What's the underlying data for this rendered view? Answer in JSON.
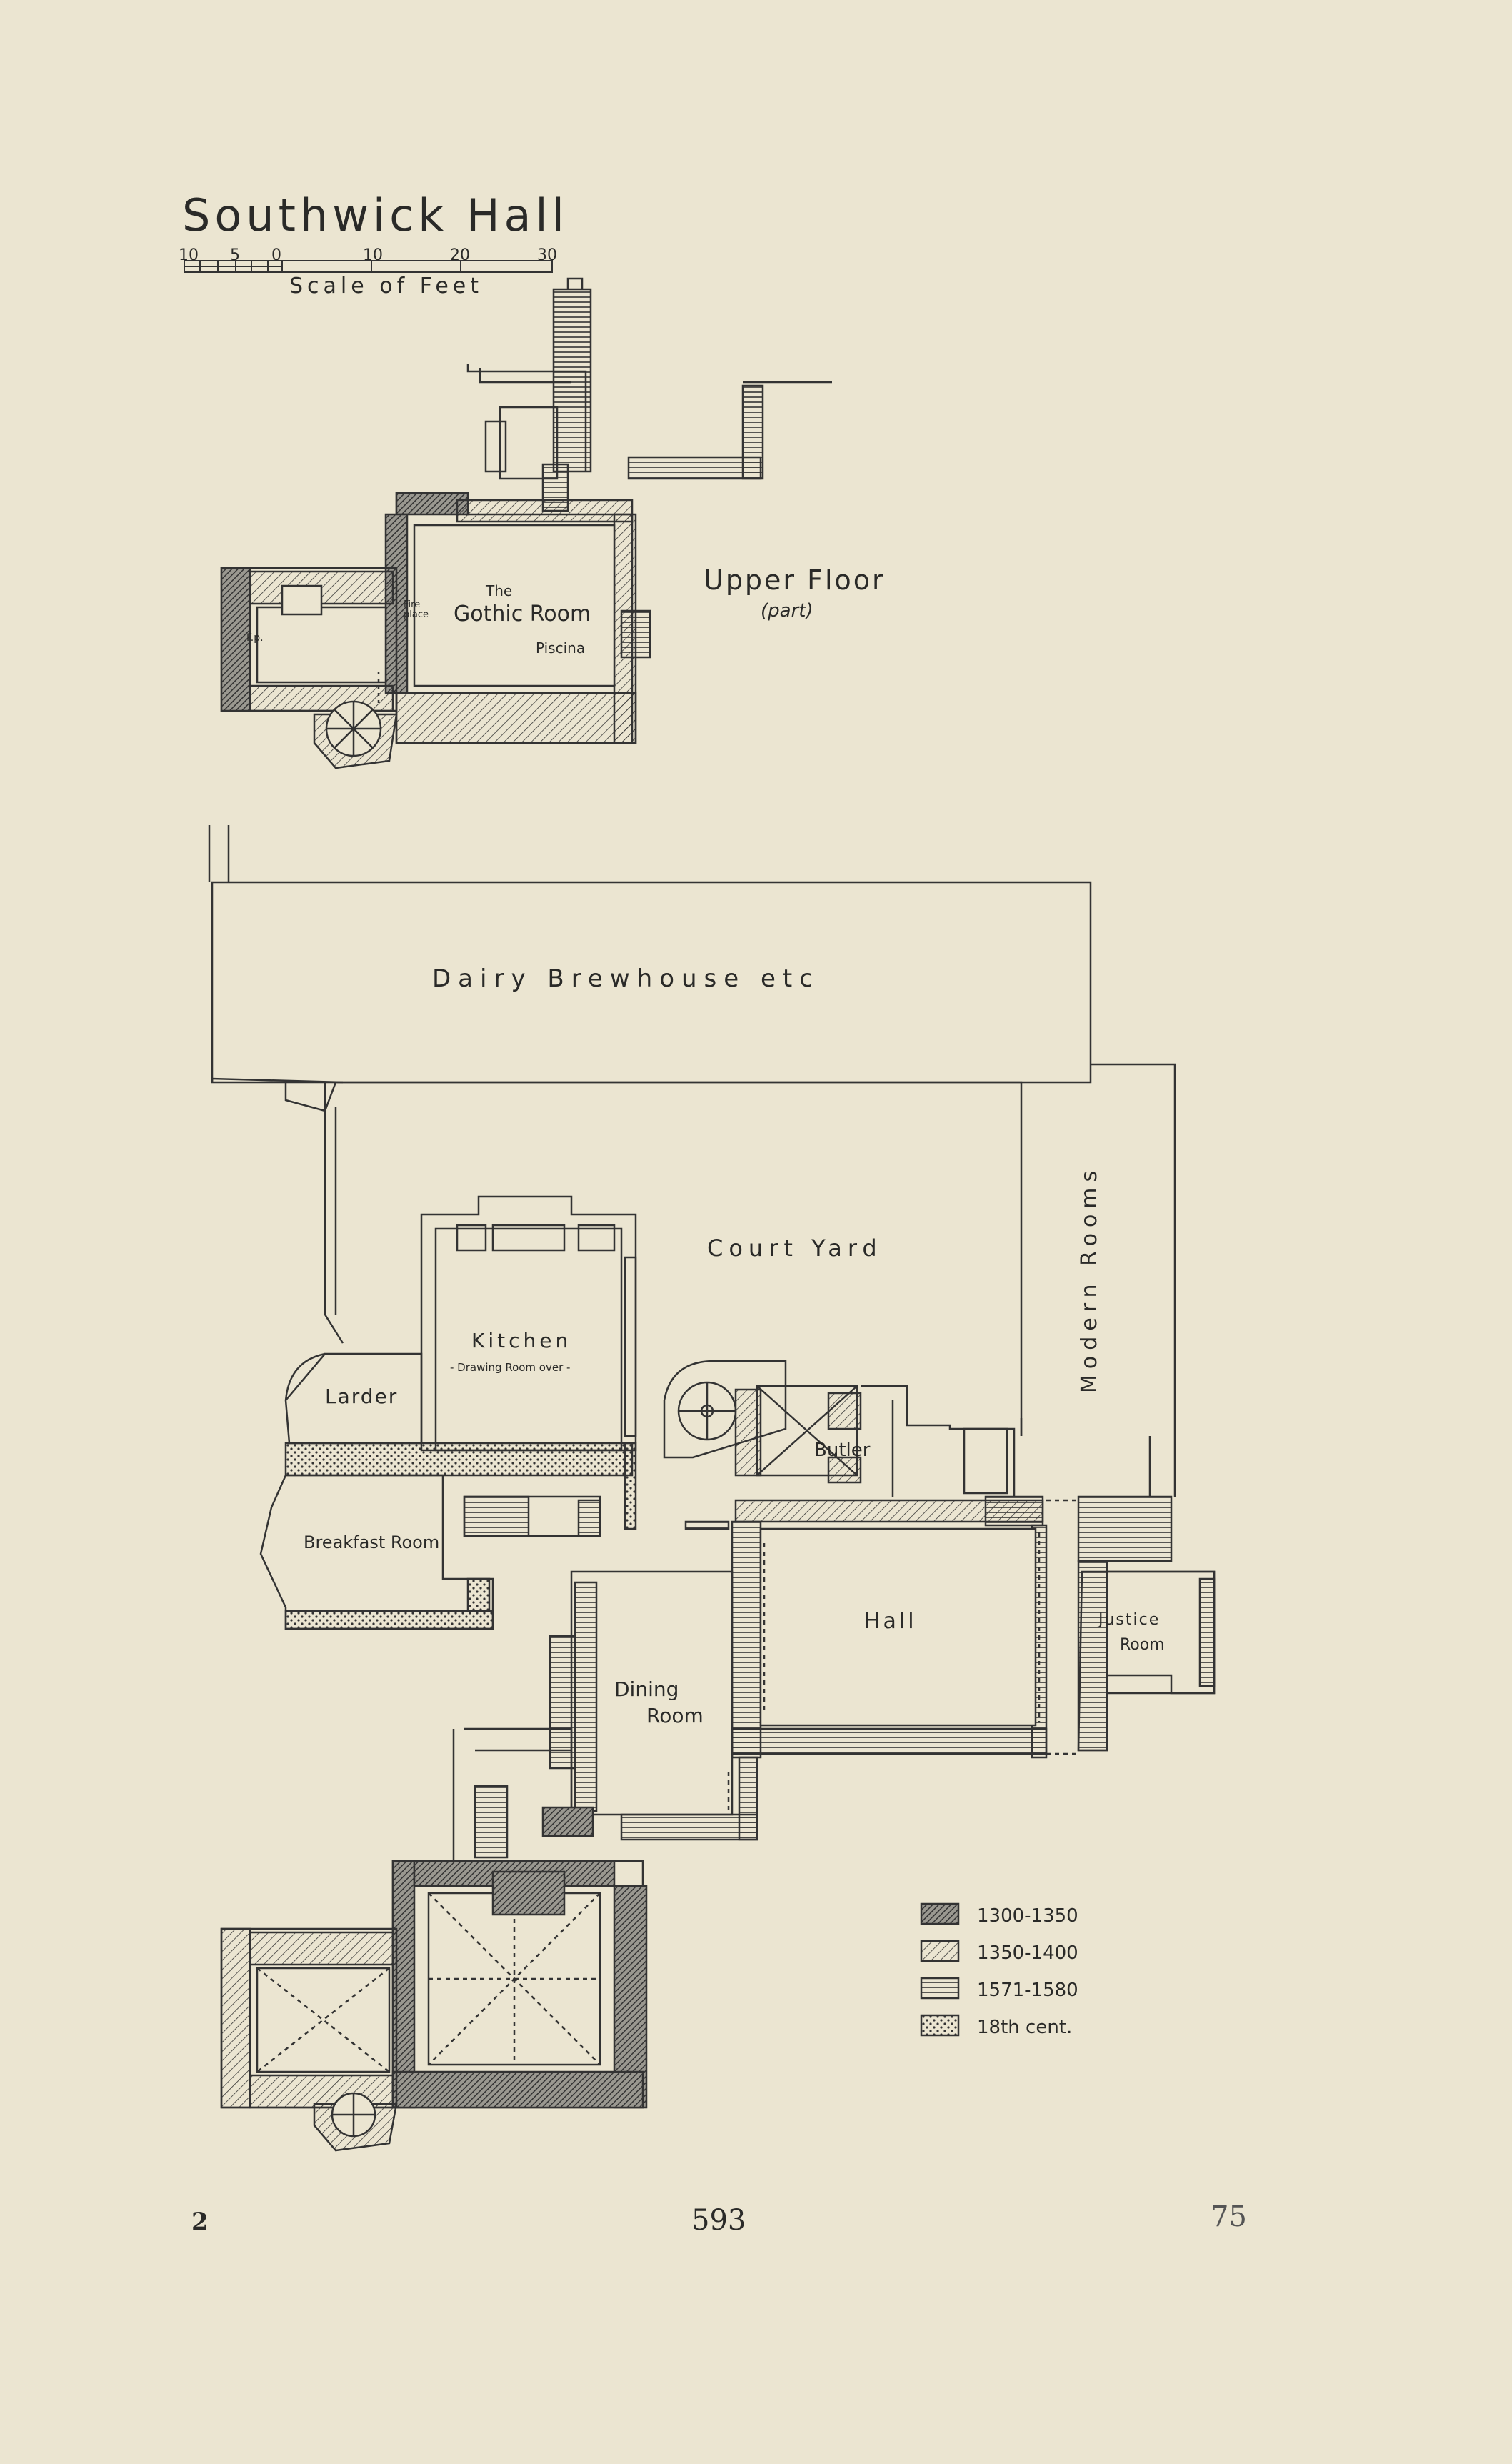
{
  "title": "Southwick Hall",
  "scale": {
    "caption": "Scale of Feet",
    "ticks": [
      "10",
      "5",
      "0",
      "10",
      "20",
      "30"
    ]
  },
  "upper_floor": {
    "label": "Upper Floor",
    "sublabel": "(part)",
    "rooms": {
      "gothic_the": "The",
      "gothic_name": "Gothic Room",
      "fireplace": "Fire place",
      "fp": "F.p.",
      "piscina": "Piscina"
    }
  },
  "ground_floor": {
    "dairy": "Dairy Brewhouse etc",
    "court_yard": "Court Yard",
    "modern_rooms": "Modern Rooms",
    "kitchen": "Kitchen",
    "kitchen_note": "- Drawing Room over -",
    "larder": "Larder",
    "breakfast_room": "Breakfast Room",
    "butler": "Butler",
    "hall": "Hall",
    "justice_room_1": "Justice",
    "justice_room_2": "Room",
    "dining_room_1": "Dining",
    "dining_room_2": "Room"
  },
  "legend": [
    {
      "pattern": "dense-hatch",
      "label": "1300-1350"
    },
    {
      "pattern": "diagonal-hatch",
      "label": "1350-1400"
    },
    {
      "pattern": "horizontal-lines",
      "label": "1571-1580"
    },
    {
      "pattern": "dotted",
      "label": "18th cent."
    }
  ],
  "footer": {
    "left": "2",
    "center": "593",
    "right": "75"
  }
}
